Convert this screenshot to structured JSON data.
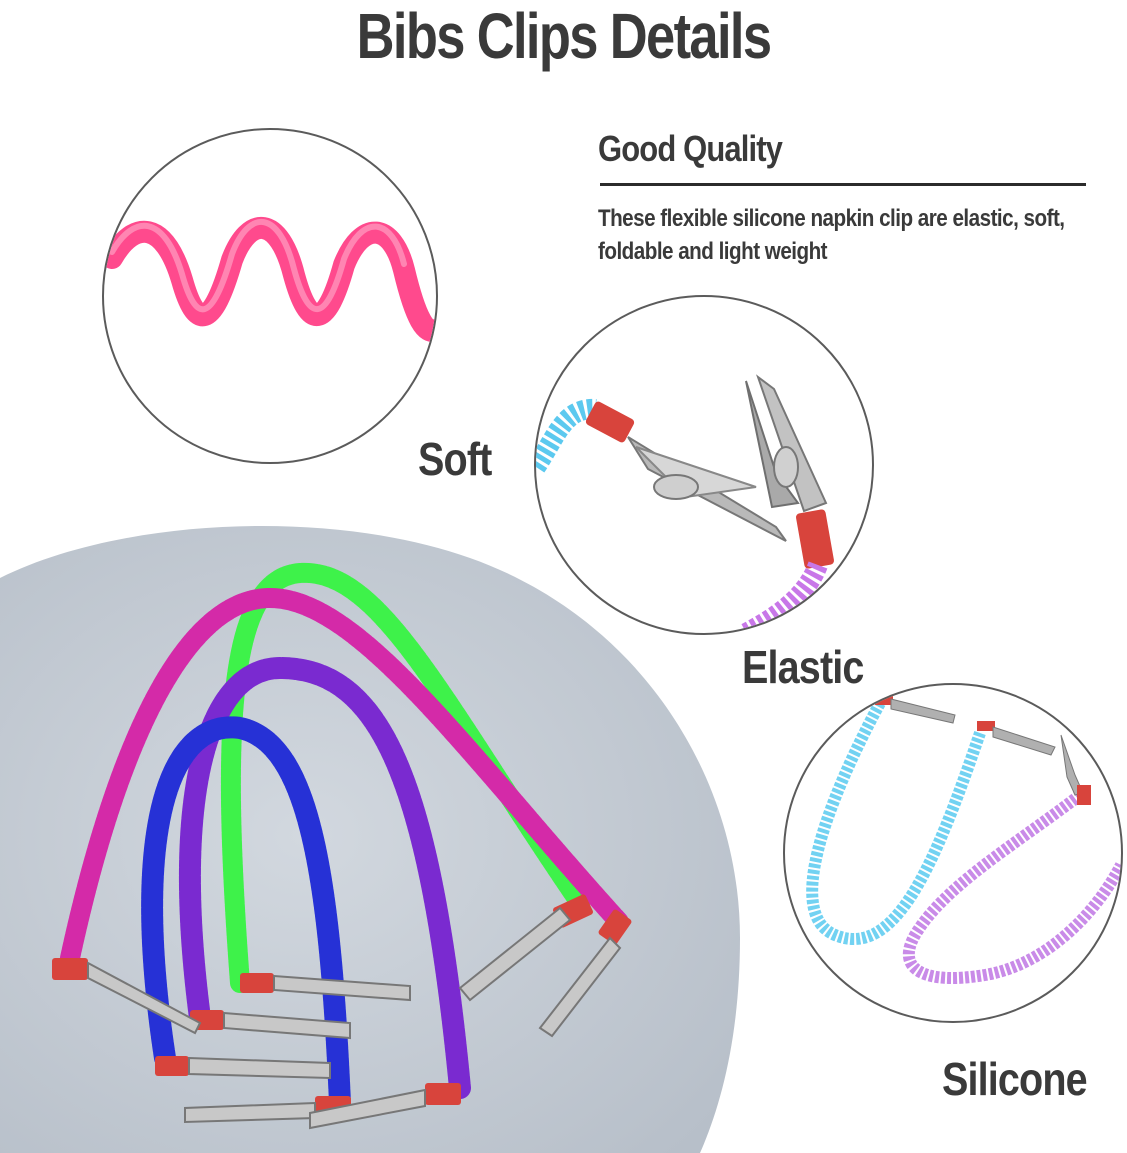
{
  "page": {
    "title": "Bibs Clips Details"
  },
  "feature": {
    "heading": "Good Quality",
    "description": "These flexible silicone napkin clip are elastic, soft, foldable and light weight"
  },
  "labels": {
    "soft": "Soft",
    "elastic": "Elastic",
    "silicone": "Silicone"
  },
  "colors": {
    "text": "#3a3a3a",
    "pink_coil": "#ff3f86",
    "cyan_coil": "#5cc9ef",
    "violet_coil": "#c877e8",
    "green_coil": "#3ef24a",
    "magenta_coil": "#d42aa8",
    "blue_coil": "#2631d6",
    "purple_coil": "#7a2ad0",
    "clip_cap": "#d8443c",
    "clip_metal": "#b9b9b9",
    "backdrop": "#c4cbd4"
  }
}
